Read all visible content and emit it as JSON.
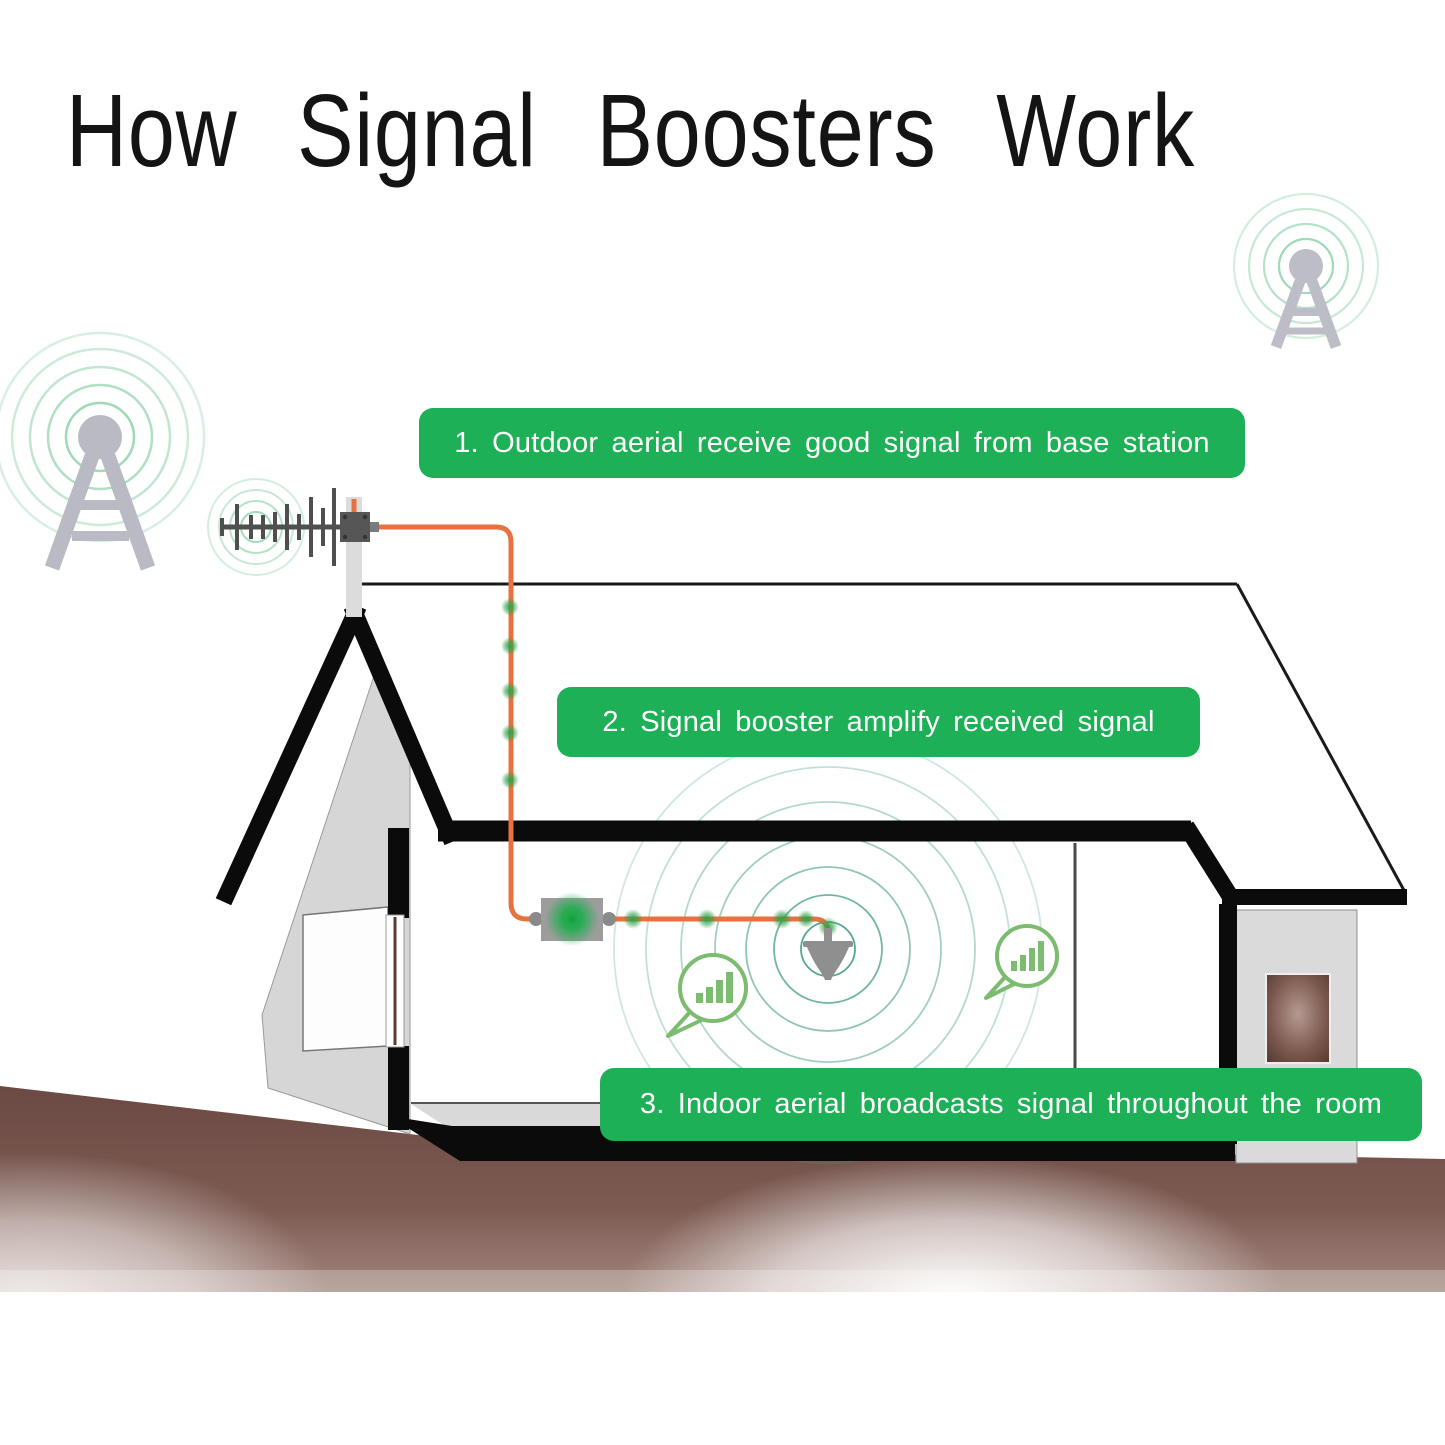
{
  "title": "How Signal Boosters Work",
  "steps": [
    {
      "label": "1. Outdoor aerial receive good signal from base station"
    },
    {
      "label": "2. Signal booster amplify received signal"
    },
    {
      "label": "3. Indoor aerial broadcasts signal throughout the room"
    }
  ],
  "icons": [
    "cell-tower-icon",
    "signal-waves-icon",
    "yagi-antenna-icon",
    "antenna-pole",
    "coax-cable",
    "signal-booster-icon",
    "indoor-ceiling-antenna-icon",
    "signal-ripples-icon",
    "signal-bars-bubble-icon",
    "house-illustration",
    "ground"
  ],
  "colors": {
    "banner-green": "#1eb057",
    "cable-orange": "#e87140",
    "ripple-green": "#43a07c",
    "bubble-green": "#7cbb70",
    "tower-gray": "#b9bac4",
    "arc-green": "#8ed2a9",
    "glow-green": "#28a745",
    "ground-brown": "#6b4a43",
    "ink": "#0b0b0b"
  }
}
